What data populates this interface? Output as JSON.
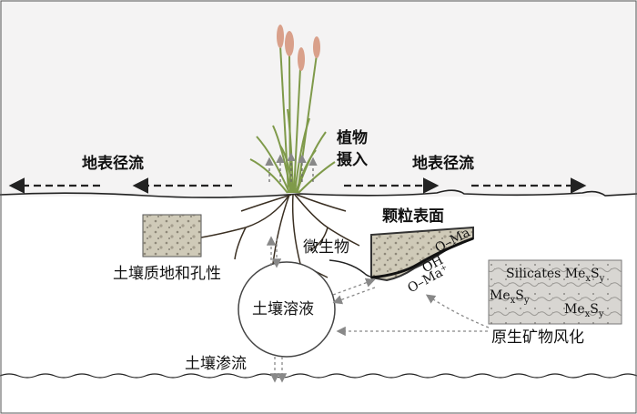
{
  "labels": {
    "surface_runoff_left": "地表径流",
    "surface_runoff_right": "地表径流",
    "plant_uptake_line1": "植物",
    "plant_uptake_line2": "摄入",
    "particle_surface": "颗粒表面",
    "microbes": "微生物",
    "soil_texture_porosity": "土壤质地和孔性",
    "soil_solution": "土壤溶液",
    "soil_percolation": "土壤渗流",
    "primary_mineral_weathering": "原生矿物风化"
  },
  "chemistry": {
    "group_1": "O–Ma",
    "group_2": "OH",
    "group_3": "O–Ma⁺",
    "silicates": "Silicates",
    "me_base": "Me",
    "sub_x": "x",
    "s_base": "S",
    "sub_y": "y"
  },
  "colors": {
    "sky": "#f4f3f3",
    "ground": "#ffffff",
    "line": "#222222",
    "arrow_dashed": "#999999",
    "grass": "#7f9a4a",
    "flower": "#d9a08a"
  }
}
